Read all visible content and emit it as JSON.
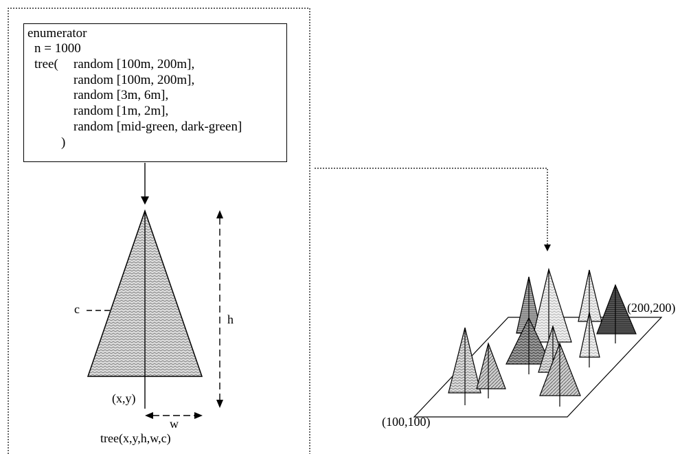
{
  "code_box": {
    "lines": [
      "enumerator",
      "n = 1000",
      "tree(",
      "random [100m, 200m],",
      "random [100m, 200m],",
      "random [3m, 6m],",
      "random [1m, 2m],",
      "random [mid-green, dark-green]",
      ")"
    ]
  },
  "tree_diagram": {
    "label_c": "c",
    "label_h": "h",
    "label_xy": "(x,y)",
    "label_w": "w",
    "caption": "tree(x,y,h,w,c)"
  },
  "forest": {
    "corner_min": "(100,100)",
    "corner_max": "(200,200)"
  }
}
